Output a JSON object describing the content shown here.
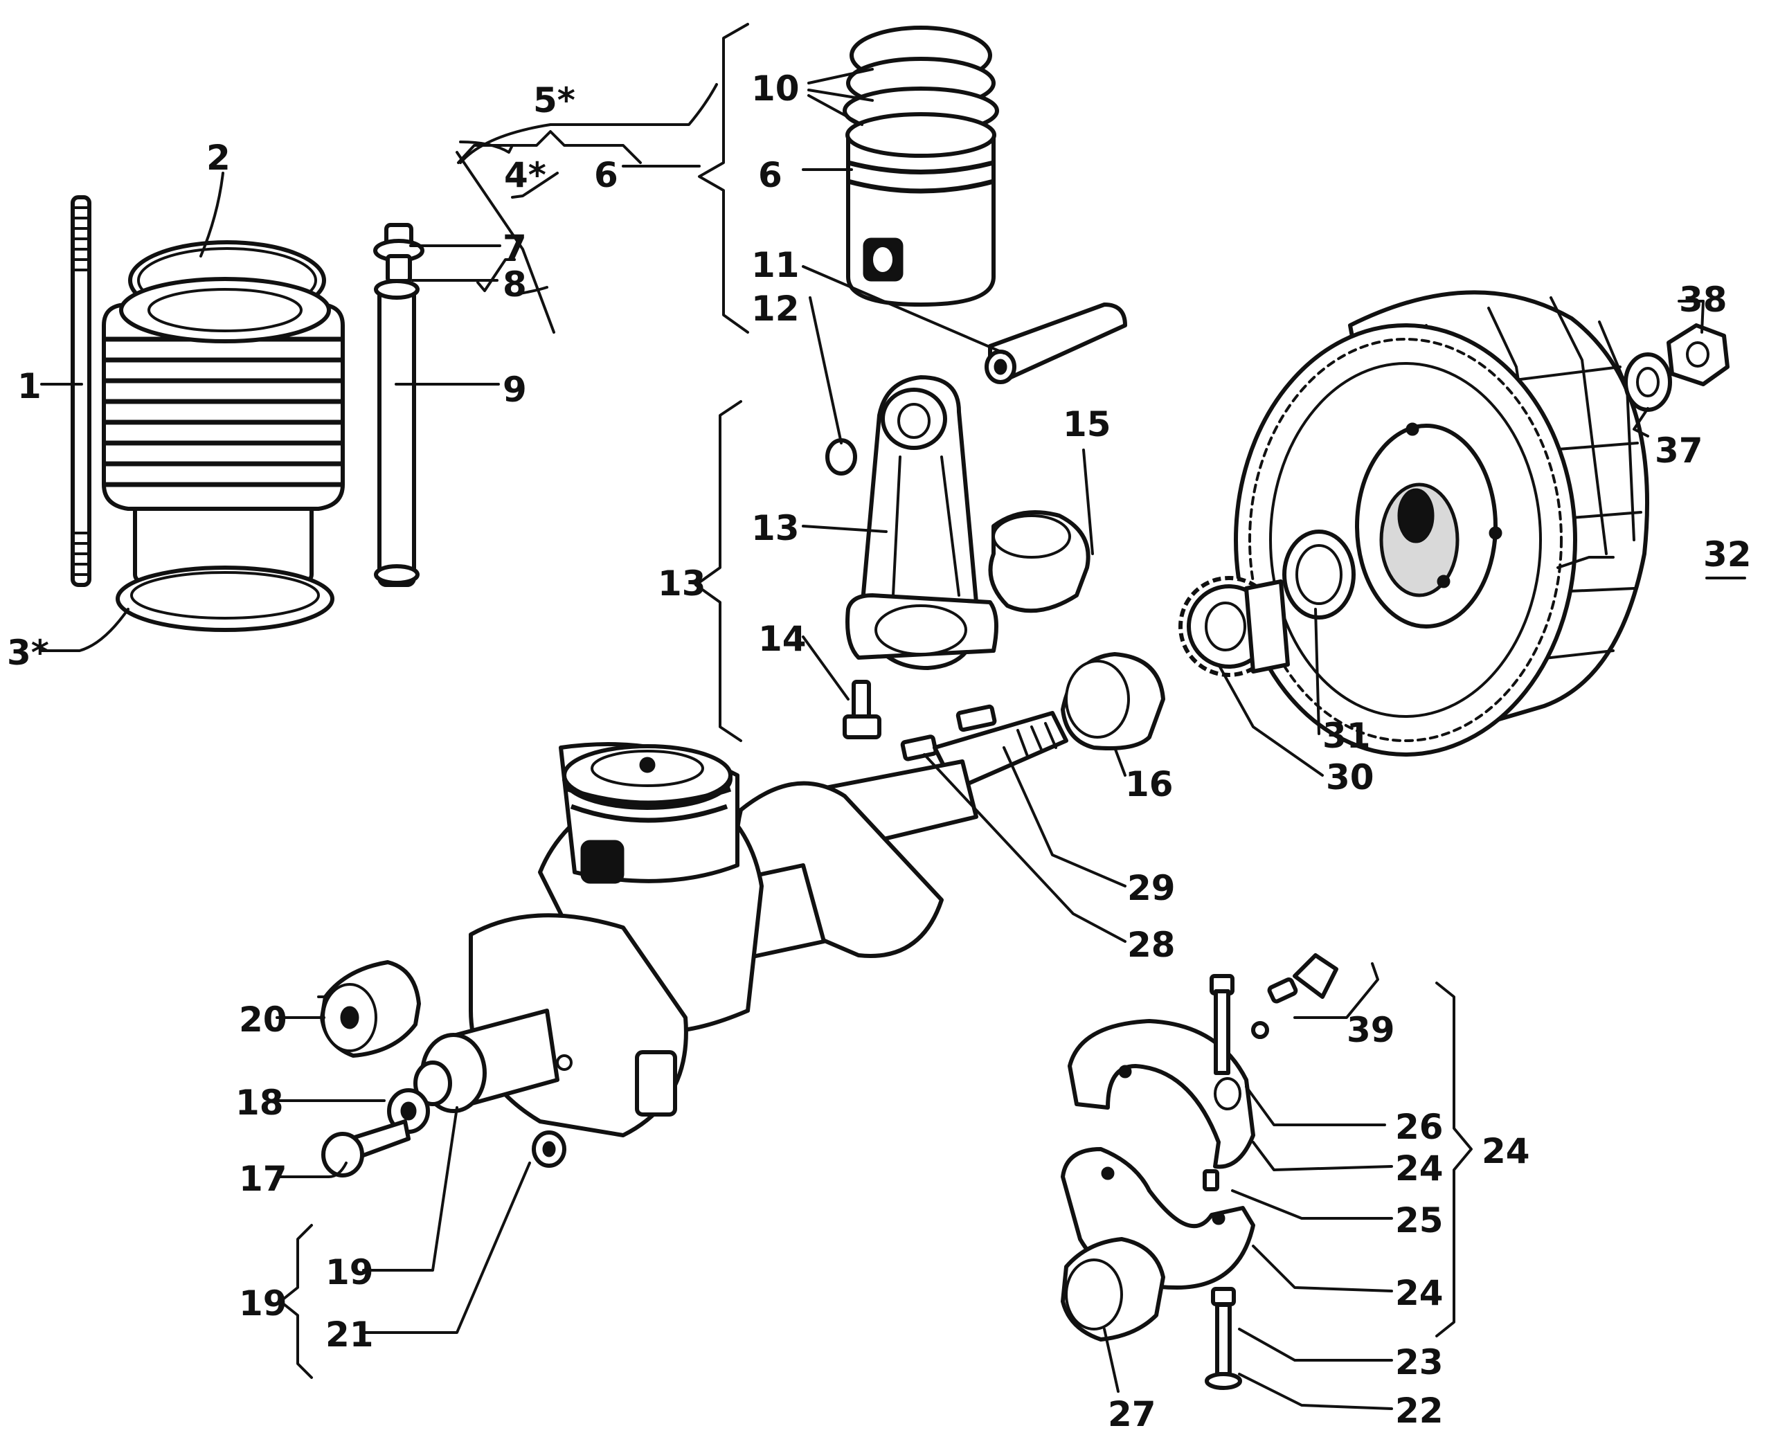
{
  "callouts": [
    {
      "id": "c1",
      "text": "1"
    },
    {
      "id": "c2",
      "text": "2"
    },
    {
      "id": "c3",
      "text": "3*"
    },
    {
      "id": "c4",
      "text": "4*"
    },
    {
      "id": "c5",
      "text": "5*"
    },
    {
      "id": "c6a",
      "text": "6"
    },
    {
      "id": "c6b",
      "text": "6"
    },
    {
      "id": "c7",
      "text": "7"
    },
    {
      "id": "c8",
      "text": "8"
    },
    {
      "id": "c9",
      "text": "9"
    },
    {
      "id": "c10",
      "text": "10"
    },
    {
      "id": "c11",
      "text": "11"
    },
    {
      "id": "c12",
      "text": "12"
    },
    {
      "id": "c13a",
      "text": "13"
    },
    {
      "id": "c13b",
      "text": "13"
    },
    {
      "id": "c14",
      "text": "14"
    },
    {
      "id": "c15",
      "text": "15"
    },
    {
      "id": "c16",
      "text": "16"
    },
    {
      "id": "c17",
      "text": "17"
    },
    {
      "id": "c18",
      "text": "18"
    },
    {
      "id": "c19a",
      "text": "19"
    },
    {
      "id": "c19b",
      "text": "19"
    },
    {
      "id": "c20",
      "text": "20"
    },
    {
      "id": "c21",
      "text": "21"
    },
    {
      "id": "c22",
      "text": "22"
    },
    {
      "id": "c23",
      "text": "23"
    },
    {
      "id": "c24a",
      "text": "24"
    },
    {
      "id": "c24b",
      "text": "24"
    },
    {
      "id": "c24c",
      "text": "24"
    },
    {
      "id": "c25",
      "text": "25"
    },
    {
      "id": "c26",
      "text": "26"
    },
    {
      "id": "c27",
      "text": "27"
    },
    {
      "id": "c28",
      "text": "28"
    },
    {
      "id": "c29",
      "text": "29"
    },
    {
      "id": "c30",
      "text": "30"
    },
    {
      "id": "c31",
      "text": "31"
    },
    {
      "id": "c32",
      "text": "32"
    },
    {
      "id": "c37",
      "text": "37"
    },
    {
      "id": "c38",
      "text": "38"
    },
    {
      "id": "c39",
      "text": "39"
    }
  ]
}
